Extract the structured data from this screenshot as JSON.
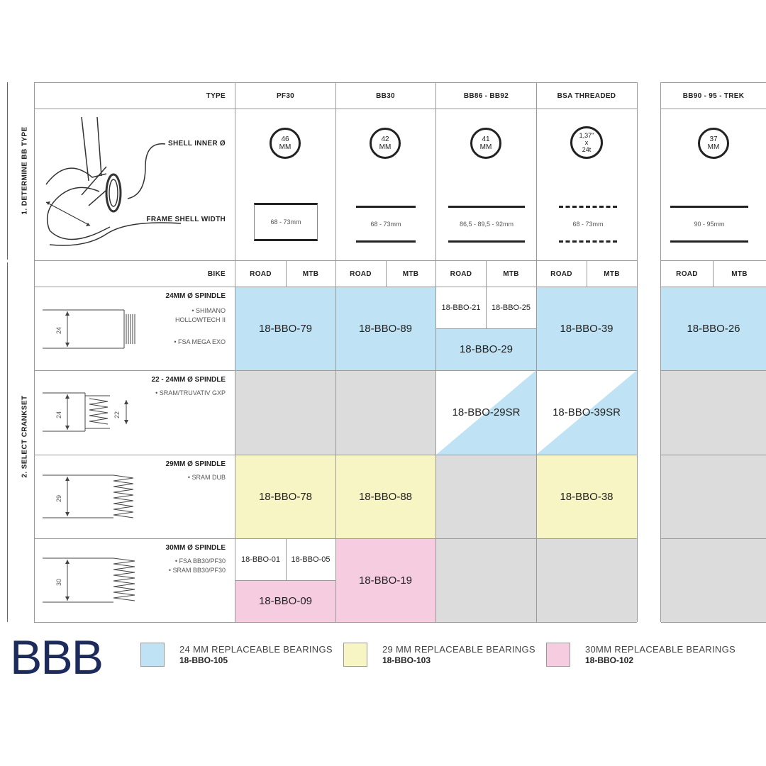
{
  "sections": {
    "determine": "1. DETERMINE BB TYPE",
    "select": "2. SELECT CRANKSET"
  },
  "type_row": {
    "label": "TYPE",
    "types": [
      "PF30",
      "BB30",
      "BB86 - BB92",
      "BSA THREADED",
      "BB90 - 95 - TREK"
    ]
  },
  "shell_labels": {
    "inner": "SHELL INNER Ø",
    "width": "FRAME SHELL WIDTH"
  },
  "shell_inner": [
    {
      "l1": "46",
      "l2": "MM"
    },
    {
      "l1": "42",
      "l2": "MM"
    },
    {
      "l1": "41",
      "l2": "MM"
    },
    {
      "l1": "1,37\"",
      "l2": "x",
      "l3": "24t"
    },
    {
      "l1": "37",
      "l2": "MM"
    }
  ],
  "shell_width": [
    "68 - 73mm",
    "68 - 73mm",
    "86,5 - 89,5 - 92mm",
    "68 - 73mm",
    "90 - 95mm"
  ],
  "bike_row": {
    "label": "BIKE",
    "road": "ROAD",
    "mtb": "MTB"
  },
  "spindles": [
    {
      "title": "24MM Ø SPINDLE",
      "sub1": "• SHIMANO",
      "sub2": "HOLLOWTECH II",
      "sub3": "• FSA MEGA EXO",
      "dim": "24"
    },
    {
      "title": "22 - 24MM Ø SPINDLE",
      "sub1": "• SRAM/TRUVATIV GXP",
      "dim": "24",
      "dim2": "22"
    },
    {
      "title": "29MM Ø SPINDLE",
      "sub1": "• SRAM DUB",
      "dim": "29"
    },
    {
      "title": "30MM Ø SPINDLE",
      "sub1": "• FSA BB30/PF30",
      "sub2": "• SRAM BB30/PF30",
      "dim": "30"
    }
  ],
  "cells": {
    "r1_pf30": "18-BBO-79",
    "r1_bb30": "18-BBO-89",
    "r1_bb86_road": "18-BBO-21",
    "r1_bb86_mtb": "18-BBO-25",
    "r1_bb86_both": "18-BBO-29",
    "r1_bsa": "18-BBO-39",
    "r1_bb90": "18-BBO-26",
    "r2_bb86": "18-BBO-29SR",
    "r2_bsa": "18-BBO-39SR",
    "r3_pf30": "18-BBO-78",
    "r3_bb30": "18-BBO-88",
    "r3_bsa": "18-BBO-38",
    "r4_pf30_road": "18-BBO-01",
    "r4_pf30_mtb": "18-BBO-05",
    "r4_pf30_both": "18-BBO-09",
    "r4_bb30": "18-BBO-19"
  },
  "logo": "BBB",
  "legend": [
    {
      "title": "24 MM REPLACEABLE BEARINGS",
      "code": "18-BBO-105",
      "color": "#bfe3f5"
    },
    {
      "title": "29 MM REPLACEABLE BEARINGS",
      "code": "18-BBO-103",
      "color": "#f8f5c4"
    },
    {
      "title": "30MM REPLACEABLE BEARINGS",
      "code": "18-BBO-102",
      "color": "#f5cce0"
    }
  ],
  "colors": {
    "blue": "#bfe3f5",
    "yellow": "#f8f5c4",
    "pink": "#f5cce0",
    "grey": "#dcdcdc",
    "logo": "#1d2a5c"
  }
}
